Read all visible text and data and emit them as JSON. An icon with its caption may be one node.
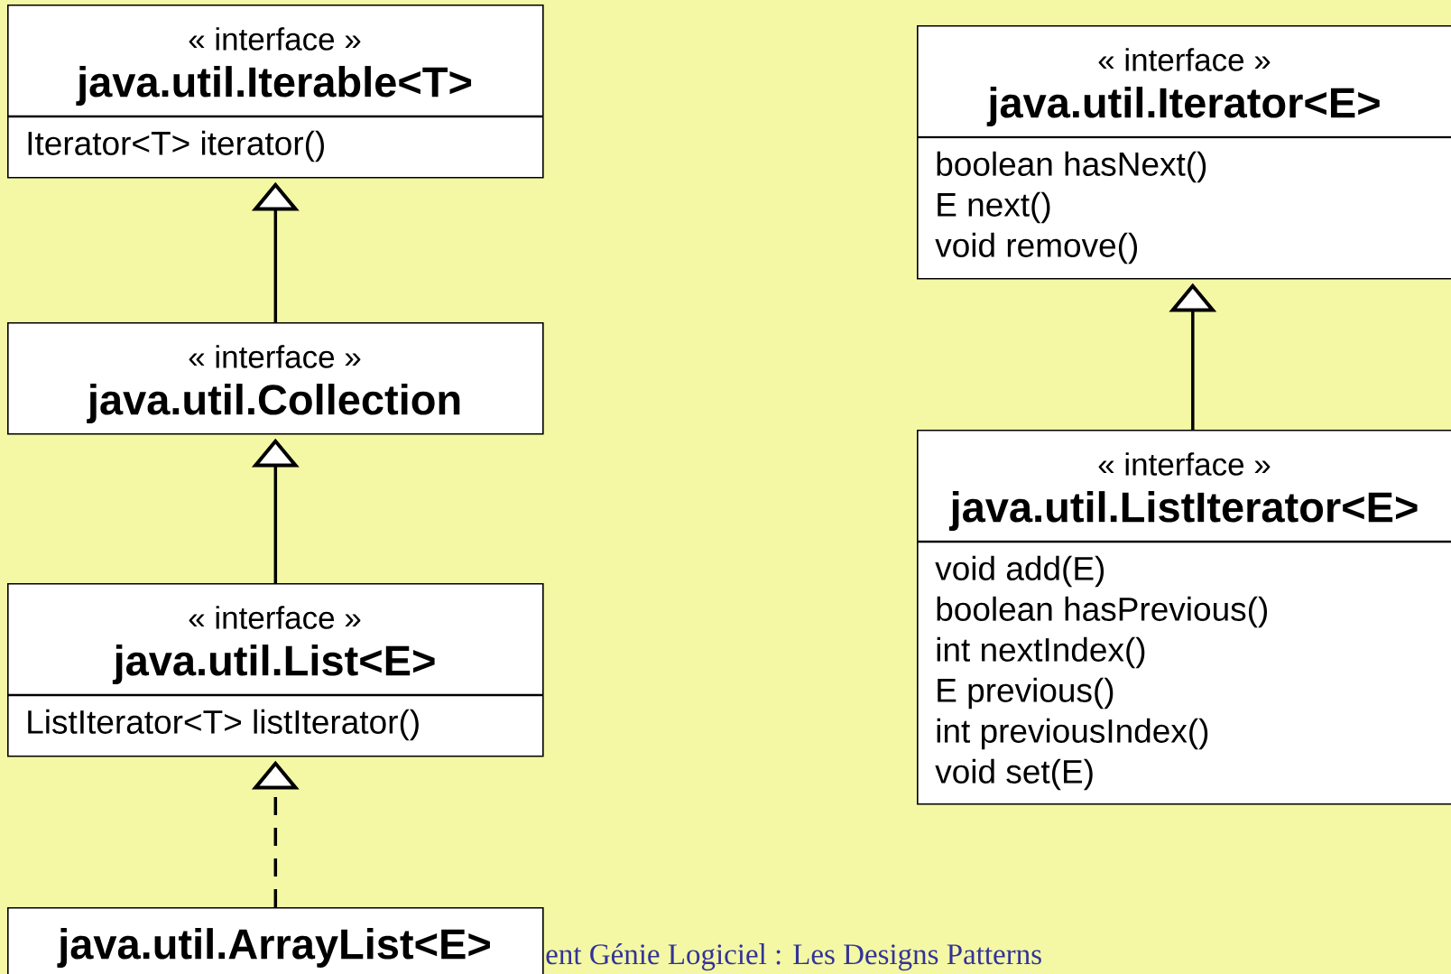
{
  "diagram": {
    "nodes": [
      {
        "text": [
          "« interface »",
          "java.util.Iterable<T>",
          "Iterator<T> iterator()"
        ]
      },
      {
        "text": [
          "« interface »",
          "java.util.Collection"
        ]
      },
      {
        "text": [
          "« interface »",
          "java.util.List<E>",
          "ListIterator<T> listIterator()"
        ]
      },
      {
        "text": [
          "java.util.ArrayList<E>"
        ]
      },
      {
        "text": [
          "« interface »",
          "java.util.Iterator<E>",
          "boolean hasNext()",
          "E next()",
          "void remove()"
        ]
      },
      {
        "text": [
          "« interface »",
          "java.util.ListIterator<E>",
          "void add(E)",
          "boolean hasPrevious()",
          "int nextIndex()",
          "E previous()",
          "int previousIndex()",
          "void set(E)"
        ]
      }
    ],
    "edges": [
      {
        "from": 1,
        "to": 0,
        "arrow": "to"
      },
      {
        "from": 2,
        "to": 1,
        "arrow": "to"
      },
      {
        "from": 3,
        "to": 2,
        "arrow": "to",
        "style": "dashed"
      },
      {
        "from": 5,
        "to": 4,
        "arrow": "to"
      }
    ],
    "labels": [
      "ent Génie Logiciel : Les Designs Patterns"
    ]
  }
}
